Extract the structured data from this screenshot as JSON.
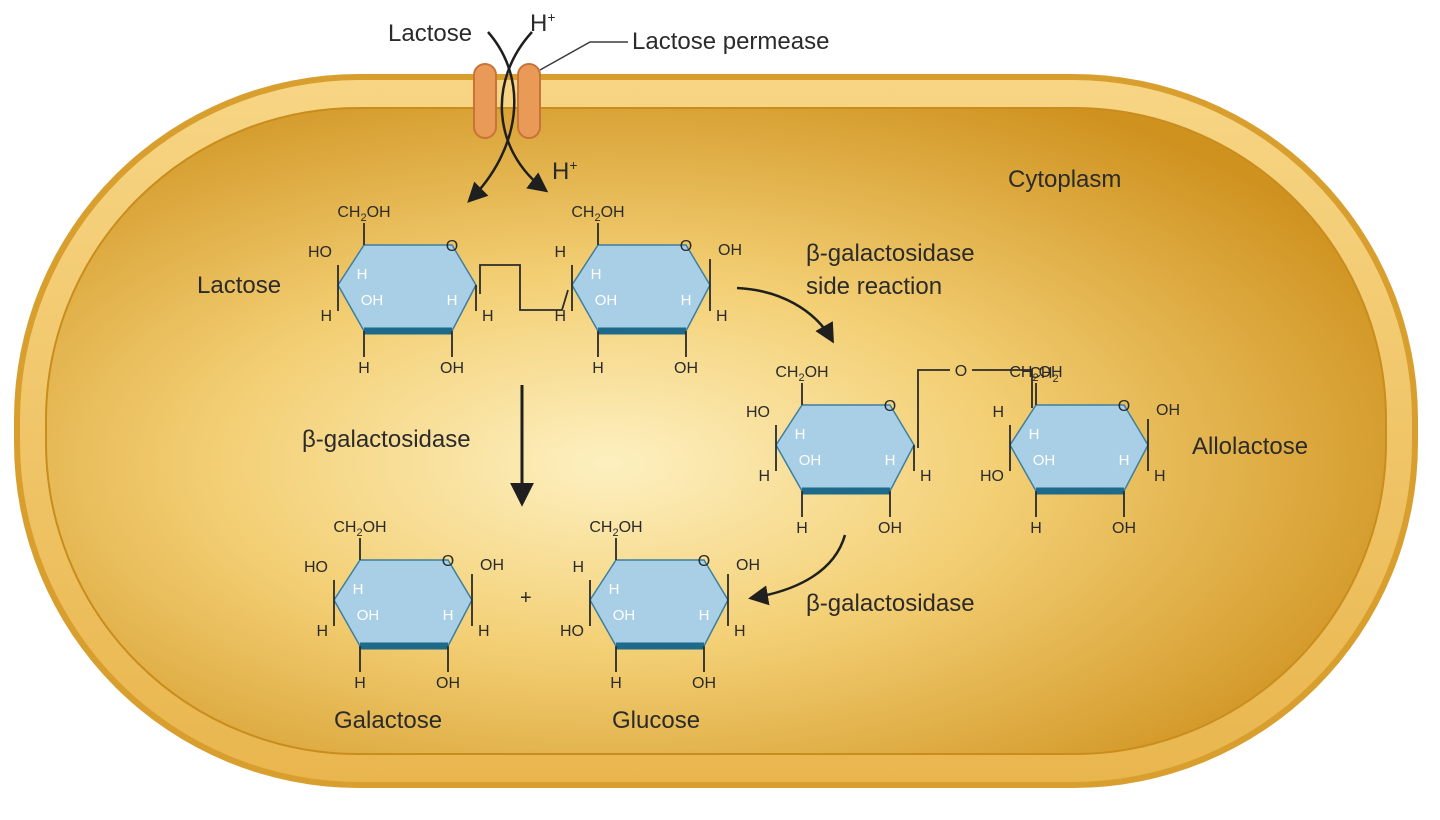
{
  "labels": {
    "lactose_outside": "Lactose",
    "h_outside": "H+",
    "permease": "Lactose permease",
    "h_inside": "H+",
    "cytoplasm": "Cytoplasm",
    "lactose": "Lactose",
    "side_reaction_line1": "β-galactosidase",
    "side_reaction_line2": "side reaction",
    "beta_gal_main": "β-galactosidase",
    "allolactose": "Allolactose",
    "beta_gal_lower": "β-galactosidase",
    "galactose": "Galactose",
    "glucose": "Glucose",
    "plus": "+"
  },
  "atoms": {
    "ch2oh": "CH2OH",
    "ch2": "CH2",
    "o": "O",
    "oh": "OH",
    "ho": "HO",
    "h": "H"
  },
  "colors": {
    "cell_wall": "#f1c466",
    "cytoplasm_center": "#fdeeb8",
    "cytoplasm_edge": "#d69a2a",
    "sugar_ring": "#a9cfe6",
    "sugar_ring_edge": "#1d6a8a",
    "permease": "#e89a55"
  }
}
